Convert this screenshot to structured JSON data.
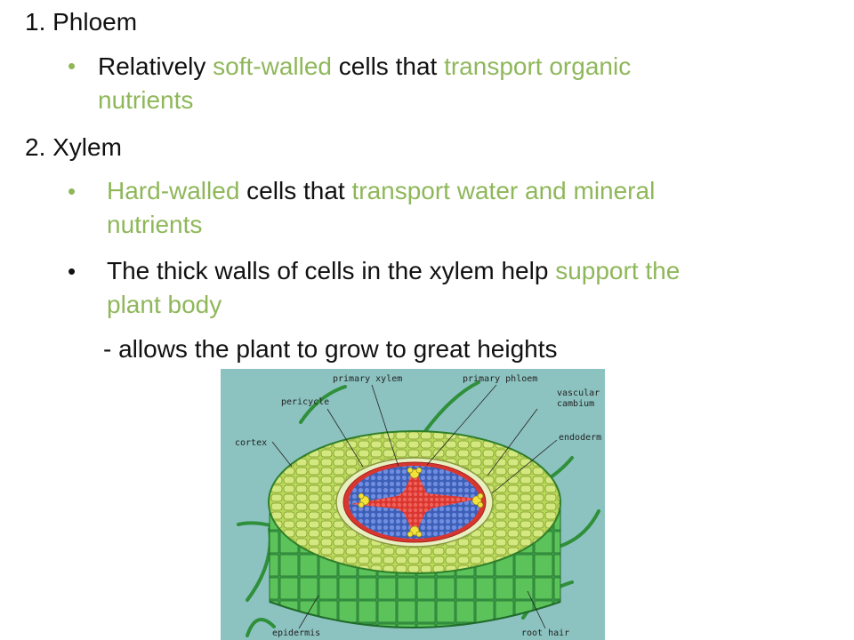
{
  "colors": {
    "text": "#111111",
    "highlight": "#8fb75a",
    "diagram_bg": "#8cc3c0"
  },
  "heading1": "1. Phloem",
  "b1_part1": "Relatively ",
  "b1_part2": "soft-walled",
  "b1_part3": " cells that ",
  "b1_part4": "transport organic",
  "b1_part5": "nutrients",
  "heading2": "2. Xylem",
  "b2_part1": "Hard-walled",
  "b2_part2": " cells that ",
  "b2_part3": "transport water and mineral",
  "b2_part4": "nutrients",
  "b3_part1": "The thick walls of cells in the xylem help ",
  "b3_part2": "support the",
  "b3_part3": "plant body",
  "subnote": "- allows the plant to grow to great heights",
  "diagram": {
    "labels": {
      "primary_xylem": "primary xylem",
      "primary_phloem": "primary phloem",
      "pericycle": "pericycle",
      "vascular": "vascular",
      "cambium": "cambium",
      "cortex": "cortex",
      "endodermis": "endoderm",
      "epidermis": "epidermis",
      "root_hair": "root hair"
    }
  }
}
